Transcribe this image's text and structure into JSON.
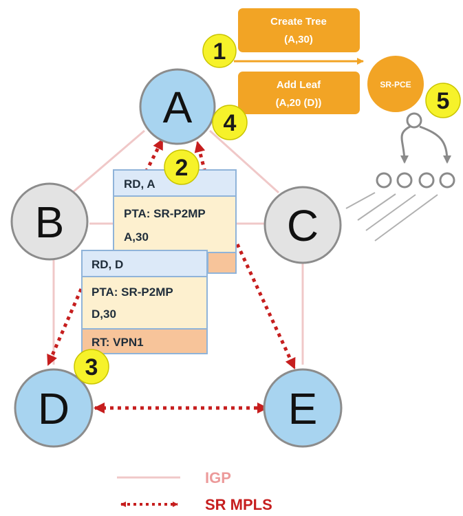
{
  "nodes": {
    "a": "A",
    "b": "B",
    "c": "C",
    "d": "D",
    "e": "E"
  },
  "sr_pce": "SR-PCE",
  "messages": {
    "create_tree": {
      "line1": "Create Tree",
      "line2": "(A,30)"
    },
    "add_leaf": {
      "line1": "Add Leaf",
      "line2": "(A,20 (D))"
    }
  },
  "steps": [
    "1",
    "2",
    "3",
    "4",
    "5"
  ],
  "routes": {
    "rd_a": {
      "header": "RD, A",
      "pta": "PTA: SR-P2MP",
      "value": "A,30"
    },
    "rd_d": {
      "header": "RD, D",
      "pta": "PTA: SR-P2MP",
      "value": "D,30",
      "rt": "RT: VPN1"
    }
  },
  "legend": {
    "igp": "IGP",
    "sr_mpls": "SR MPLS"
  },
  "colors": {
    "node_blue": "#a8d4f0",
    "node_gray": "#e3e3e3",
    "orange": "#f2a425",
    "yellow": "#f6f22a",
    "igp_line": "#f0c8c8",
    "sr_mpls": "#c61e1e",
    "box_header": "#dce9f8",
    "box_body": "#fdf0cf",
    "box_rt": "#f7c49a"
  }
}
